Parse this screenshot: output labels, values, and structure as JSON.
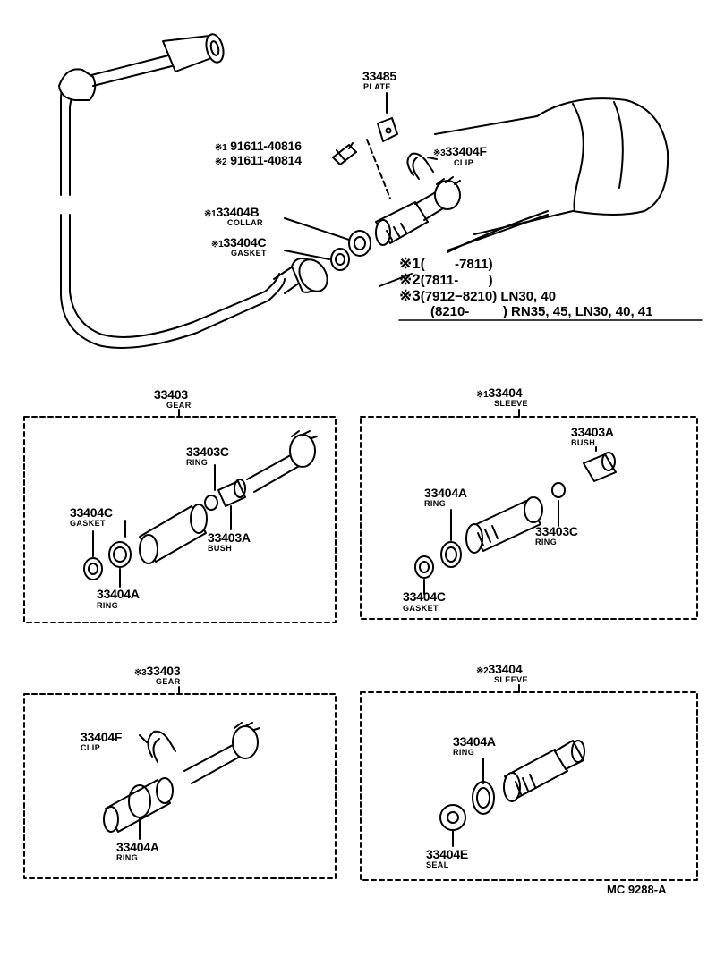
{
  "diagram_ref": "MC 9288-A",
  "top_assembly": {
    "plate": {
      "number": "33485",
      "label": "PLATE"
    },
    "bolt_1": {
      "mark": "※1",
      "number": "91611-40816"
    },
    "bolt_2": {
      "mark": "※2",
      "number": "91611-40814"
    },
    "clip": {
      "mark": "※3",
      "number": "33404F",
      "label": "CLIP"
    },
    "collar": {
      "mark": "※1",
      "number": "33404B",
      "label": "COLLAR"
    },
    "gasket": {
      "mark": "※1",
      "number": "33404C",
      "label": "GASKET"
    }
  },
  "footnotes": [
    {
      "mark": "※1",
      "range": "(        -7811)",
      "models": ""
    },
    {
      "mark": "※2",
      "range": "(7811-        )",
      "models": ""
    },
    {
      "mark": "※3",
      "range": "(7912−8210)",
      "models": "LN30, 40"
    },
    {
      "mark": "",
      "range": "(8210-         )",
      "models": "RN35, 45, LN30, 40, 41"
    }
  ],
  "panels": [
    {
      "mark": "",
      "number": "33403",
      "label": "GEAR",
      "parts": [
        {
          "number": "33403C",
          "label": "RING"
        },
        {
          "number": "33404C",
          "label": "GASKET"
        },
        {
          "number": "33403A",
          "label": "BUSH"
        },
        {
          "number": "33404A",
          "label": "RING"
        }
      ]
    },
    {
      "mark": "※1",
      "number": "33404",
      "label": "SLEEVE",
      "parts": [
        {
          "number": "33403A",
          "label": "BUSH"
        },
        {
          "number": "33404A",
          "label": "RING"
        },
        {
          "number": "33403C",
          "label": "RING"
        },
        {
          "number": "33404C",
          "label": "GASKET"
        }
      ]
    },
    {
      "mark": "※3",
      "number": "33403",
      "label": "GEAR",
      "parts": [
        {
          "number": "33404F",
          "label": "CLIP"
        },
        {
          "number": "33404A",
          "label": "RING"
        }
      ]
    },
    {
      "mark": "※2",
      "number": "33404",
      "label": "SLEEVE",
      "parts": [
        {
          "number": "33404A",
          "label": "RING"
        },
        {
          "number": "33404E",
          "label": "SEAL"
        }
      ]
    }
  ]
}
